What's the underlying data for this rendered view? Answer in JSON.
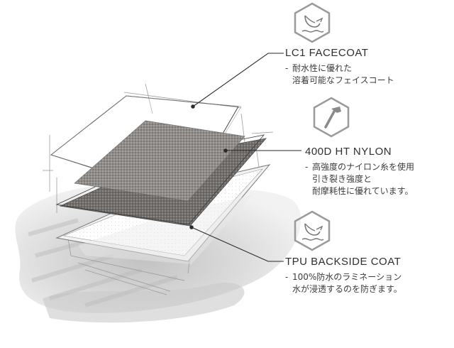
{
  "layers": [
    {
      "name": "LC1 FACECOAT",
      "description_lines": [
        "耐水性に優れた",
        "溶着可能なフェイスコート"
      ],
      "icon": "water-bird-hex-icon"
    },
    {
      "name": "400D HT NYLON",
      "description_lines": [
        "高強度のナイロン糸を使用",
        "引き裂き強度と",
        "耐摩耗性に優れています。"
      ],
      "icon": "hammer-hex-icon"
    },
    {
      "name": "TPU BACKSIDE COAT",
      "description_lines": [
        "100%防水のラミネーション",
        "水が浸透するのを防ぎます。"
      ],
      "icon": "water-bird-hex-icon"
    }
  ],
  "colors": {
    "hex_stroke": "#9a9a9a",
    "leader_line": "#2a2a2a",
    "brush_stroke": "#d8d8d8",
    "nylon_fabric": "#8a8784"
  }
}
